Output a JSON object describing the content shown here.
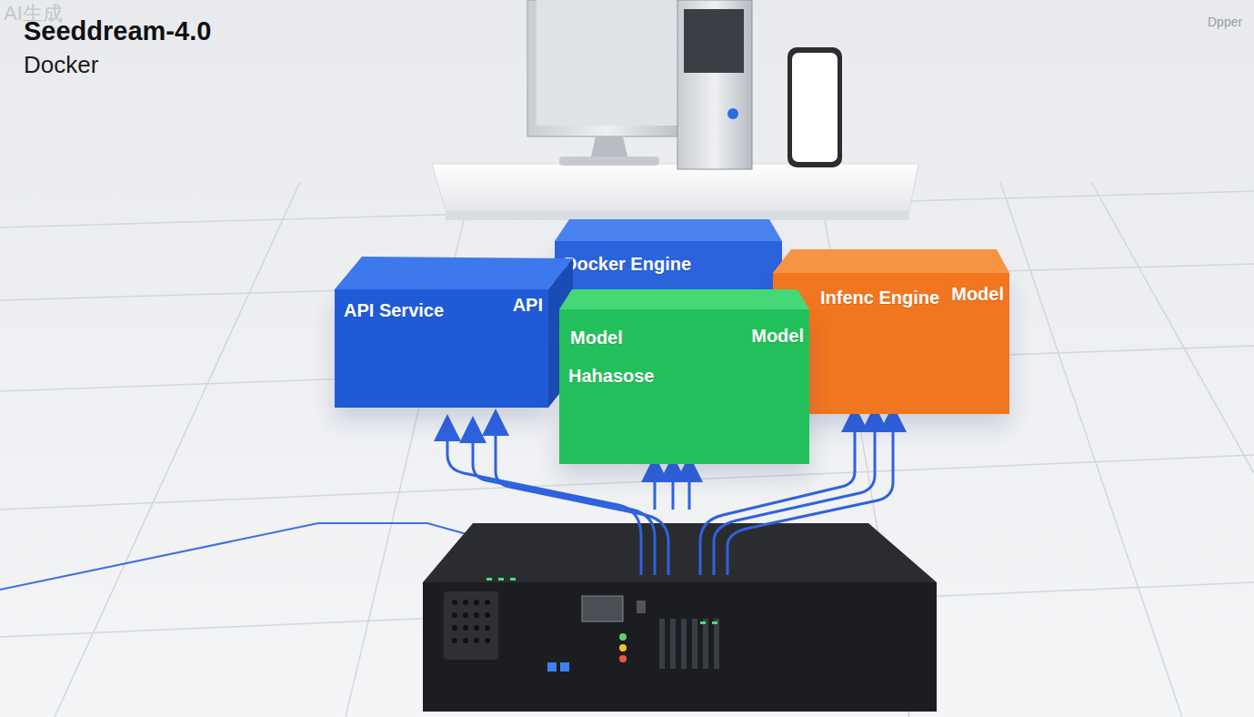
{
  "diagram": {
    "title": "Seeddream-4.0",
    "nodes": [
      {
        "text": [
          "Docker Engine"
        ]
      },
      {
        "text": [
          "API Service",
          "API"
        ]
      },
      {
        "text": [
          "Infenc Engine",
          "Model"
        ]
      },
      {
        "text": [
          "Model",
          "Model",
          "Hahasose"
        ]
      }
    ],
    "labels": [
      "AI生成",
      "Docker",
      "Dpper"
    ]
  }
}
